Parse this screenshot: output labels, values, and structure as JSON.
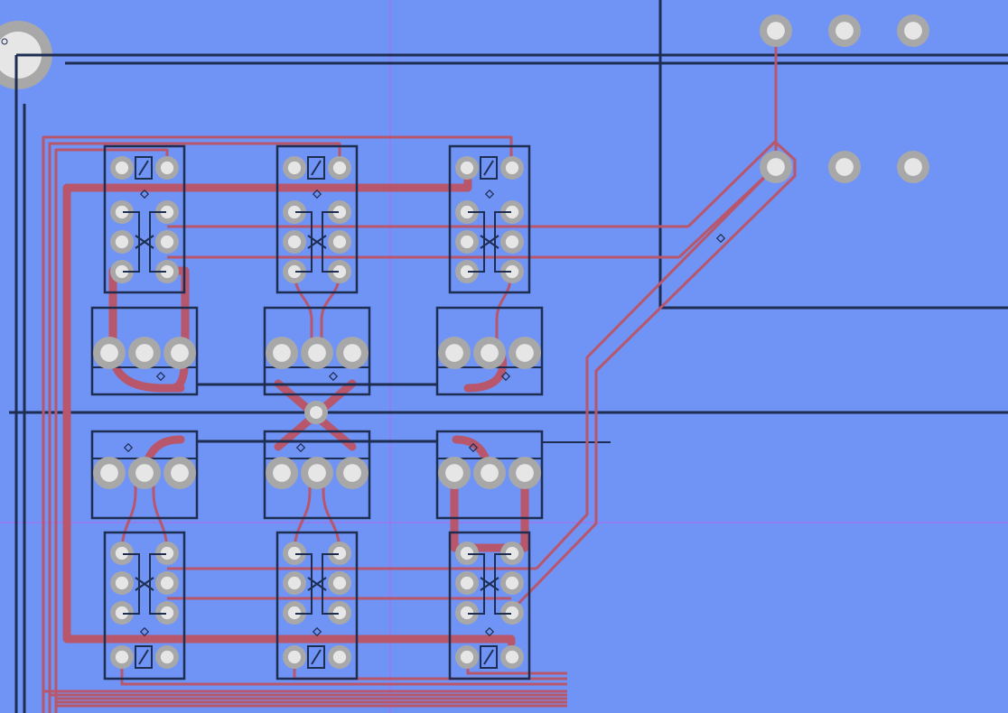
{
  "colors": {
    "background": "#7094f5",
    "trace": "#b8566c",
    "outline": "#1e2d52",
    "pad_ring": "#a8a8a8",
    "pad_hole": "#e6e6e6",
    "guide": "#c05be8"
  },
  "components": {
    "switch_count": 6,
    "terminal_block_count": 6,
    "header_pins": 6,
    "switch_pins": 8,
    "terminal_pins": 3
  }
}
